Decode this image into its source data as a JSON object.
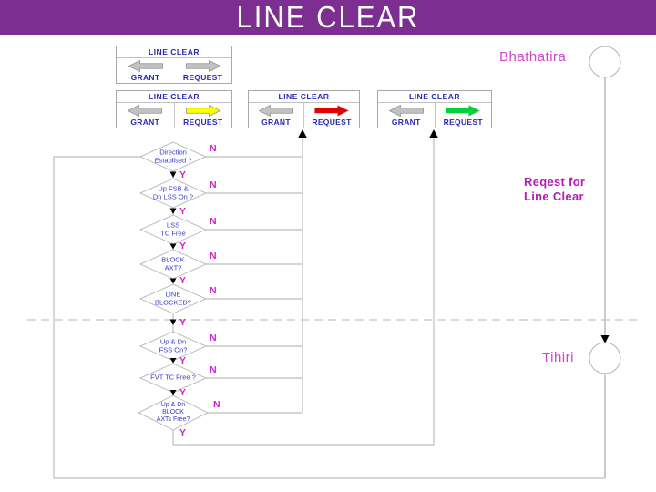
{
  "header": {
    "title": "LINE CLEAR",
    "bg_color": "#7c2f90"
  },
  "signal_boxes": [
    {
      "title": "LINE CLEAR",
      "grant_label": "GRANT",
      "request_label": "REQUEST",
      "grant_color": "#c2c2c2",
      "request_color": "#c2c2c2"
    },
    {
      "title": "LINE CLEAR",
      "grant_label": "GRANT",
      "request_label": "REQUEST",
      "grant_color": "#c2c2c2",
      "request_color": "#ffff00"
    },
    {
      "title": "LINE CLEAR",
      "grant_label": "GRANT",
      "request_label": "REQUEST",
      "grant_color": "#c2c2c2",
      "request_color": "#e30000"
    },
    {
      "title": "LINE CLEAR",
      "grant_label": "GRANT",
      "request_label": "REQUEST",
      "grant_color": "#c2c2c2",
      "request_color": "#00d23c"
    }
  ],
  "decisions": [
    {
      "label": "Direction\nEstablised ?",
      "no": "N",
      "yes": "Y"
    },
    {
      "label": "Up FSB &\nDn LSS On ?",
      "no": "N",
      "yes": "Y"
    },
    {
      "label": "LSS\nTC Free",
      "no": "N",
      "yes": "Y"
    },
    {
      "label": "BLOCK\nAXT?",
      "no": "N",
      "yes": "Y"
    },
    {
      "label": "LINE\nBLOCKED?",
      "no": "N",
      "yes": "Y"
    },
    {
      "label": "Up & Dn\nFSS On?",
      "no": "N",
      "yes": "Y"
    },
    {
      "label": "FVT TC Free ?",
      "no": "N",
      "yes": "Y"
    },
    {
      "label": "Up & Dn\nBLOCK\nAXTs Free?",
      "no": "N",
      "yes": "Y"
    }
  ],
  "stations": {
    "top": "Bhathatira",
    "bottom": "Tihiri",
    "annotation": "Reqest for\nLine Clear",
    "accent_color": "#cc44cc"
  }
}
